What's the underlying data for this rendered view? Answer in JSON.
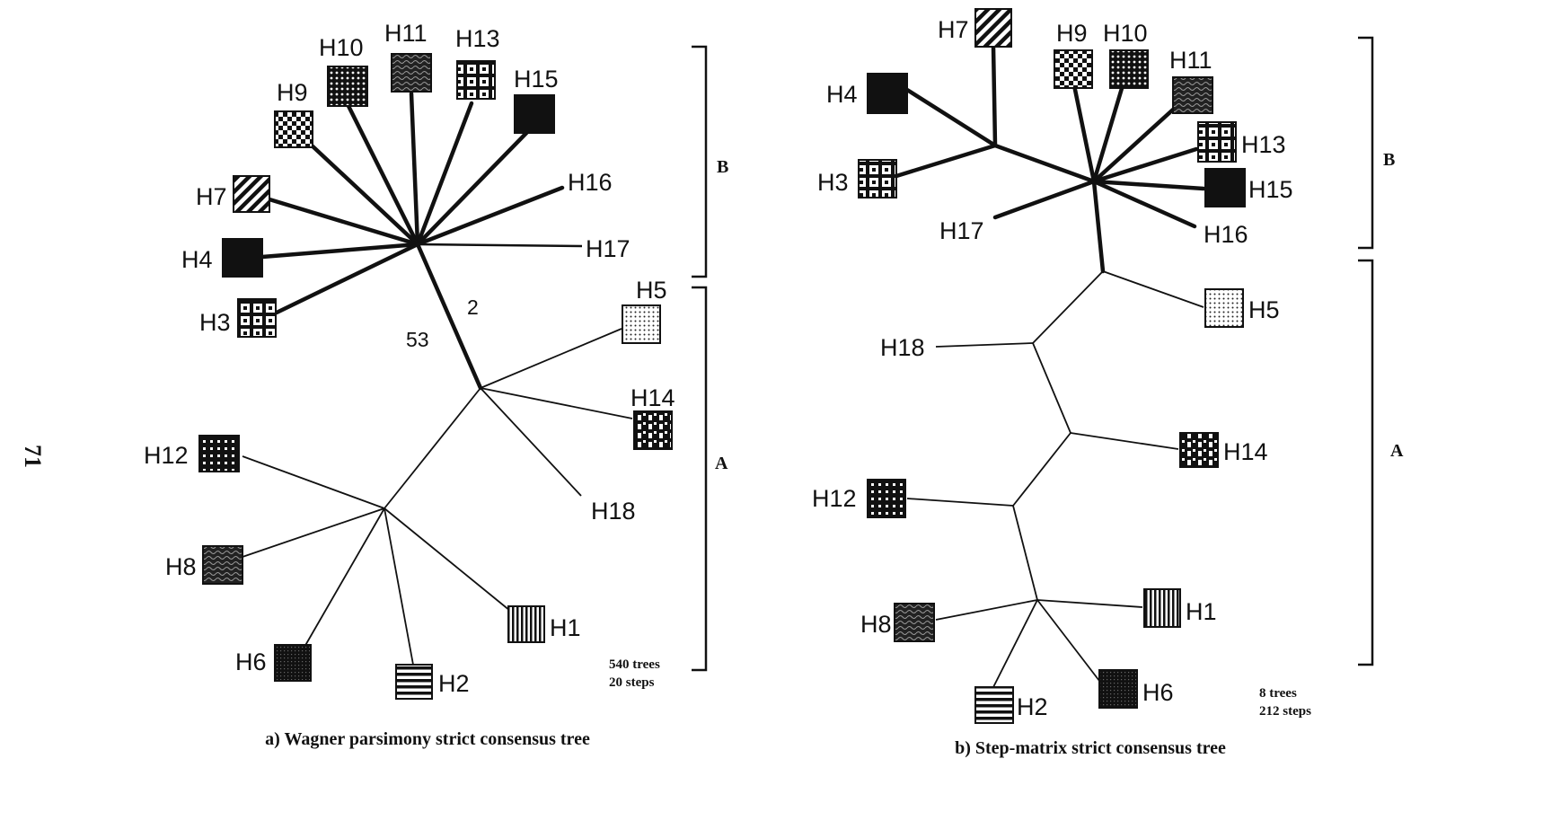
{
  "page_number": "71",
  "patterns": {
    "H1": "vlines",
    "H2": "hlines",
    "H3": "grid",
    "H4": "solid",
    "H5": "dots",
    "H6": "dense",
    "H7": "diag",
    "H8": "wave",
    "H9": "check",
    "H10": "vdots",
    "H11": "wave",
    "H12": "dotgrid",
    "H13": "grid",
    "H14": "brick",
    "H15": "solid",
    "H16": "none",
    "H17": "none",
    "H18": "none"
  },
  "panel_a": {
    "caption": "a) Wagner parsimony strict consensus tree",
    "stats_trees": "540 trees",
    "stats_steps": "20 steps",
    "branch_label_1": "2",
    "branch_label_2": "53",
    "group_b": "B",
    "group_a": "A",
    "taxa": [
      "H1",
      "H2",
      "H3",
      "H4",
      "H5",
      "H6",
      "H7",
      "H8",
      "H9",
      "H10",
      "H11",
      "H12",
      "H13",
      "H14",
      "H15",
      "H16",
      "H17",
      "H18"
    ]
  },
  "panel_b": {
    "caption": "b) Step-matrix strict consensus tree",
    "stats_trees": "8 trees",
    "stats_steps": "212 steps",
    "group_b": "B",
    "group_a": "A",
    "taxa": [
      "H1",
      "H2",
      "H3",
      "H4",
      "H5",
      "H6",
      "H7",
      "H8",
      "H9",
      "H10",
      "H11",
      "H12",
      "H13",
      "H14",
      "H15",
      "H16",
      "H17",
      "H18"
    ]
  }
}
